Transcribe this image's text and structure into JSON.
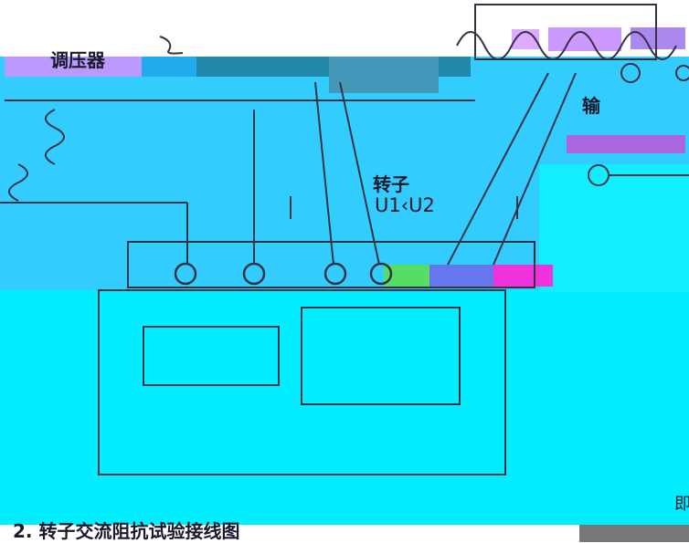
{
  "labels": {
    "top_left": "调压器",
    "rotor": "转子",
    "rotor_terminals": "U1‹U2",
    "output_partial": "输",
    "bottom_caption": "2.  转子交流阻抗试验接线图",
    "right_edge": "即"
  },
  "colors": {
    "background_cyan": "#33ccff",
    "deep_cyan": "#00e6ff",
    "line_color": "#333344",
    "text_color": "#1a1a2e"
  }
}
